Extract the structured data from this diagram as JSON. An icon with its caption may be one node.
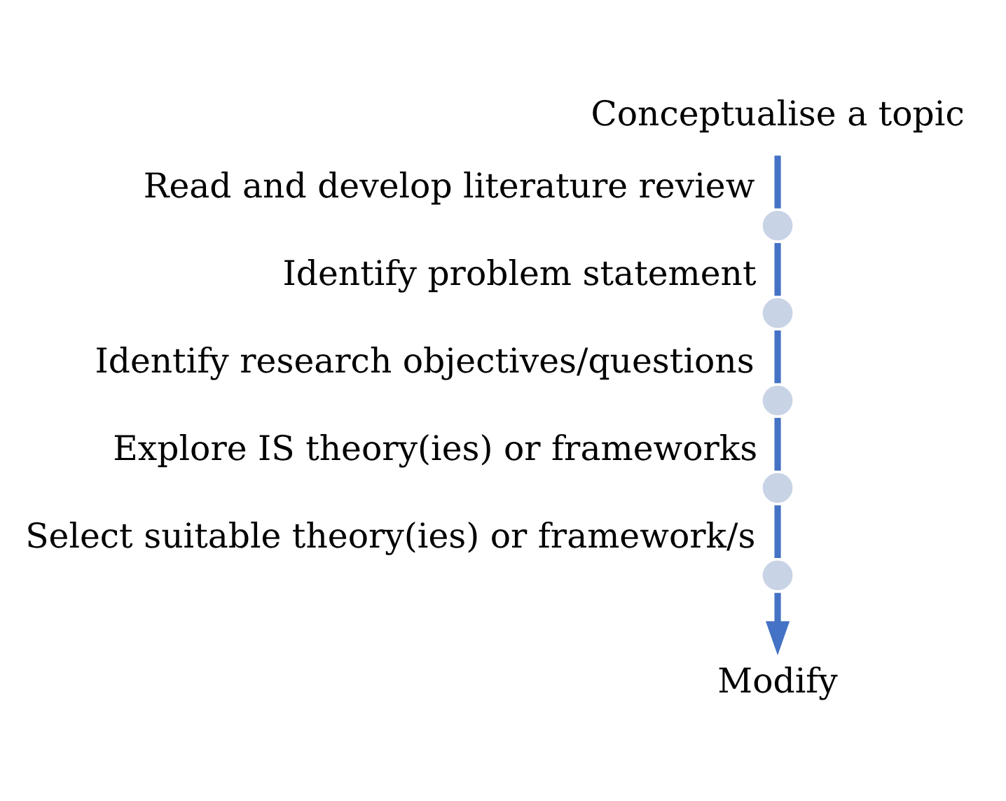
{
  "diagram": {
    "nodes": [
      {
        "text": [
          "Conceptualise a topic"
        ]
      },
      {
        "text": [],
        "shape": "circle",
        "beside": [
          "Read and develop literature review"
        ]
      },
      {
        "text": [],
        "shape": "circle",
        "beside": [
          "Identify problem statement"
        ]
      },
      {
        "text": [],
        "shape": "circle",
        "beside": [
          "Identify research objectives/questions"
        ]
      },
      {
        "text": [],
        "shape": "circle",
        "beside": [
          "Explore IS theory(ies) or frameworks"
        ]
      },
      {
        "text": [],
        "shape": "circle",
        "beside": [
          "Select suitable theory(ies) or framework/s"
        ]
      },
      {
        "text": [
          "Modify"
        ]
      }
    ],
    "edges": [
      {
        "from": 0,
        "to": 1,
        "arrow": "none"
      },
      {
        "from": 1,
        "to": 2,
        "arrow": "none"
      },
      {
        "from": 2,
        "to": 3,
        "arrow": "none"
      },
      {
        "from": 3,
        "to": 4,
        "arrow": "none"
      },
      {
        "from": 4,
        "to": 5,
        "arrow": "none"
      },
      {
        "from": 5,
        "to": 6,
        "arrow": "to"
      }
    ]
  }
}
